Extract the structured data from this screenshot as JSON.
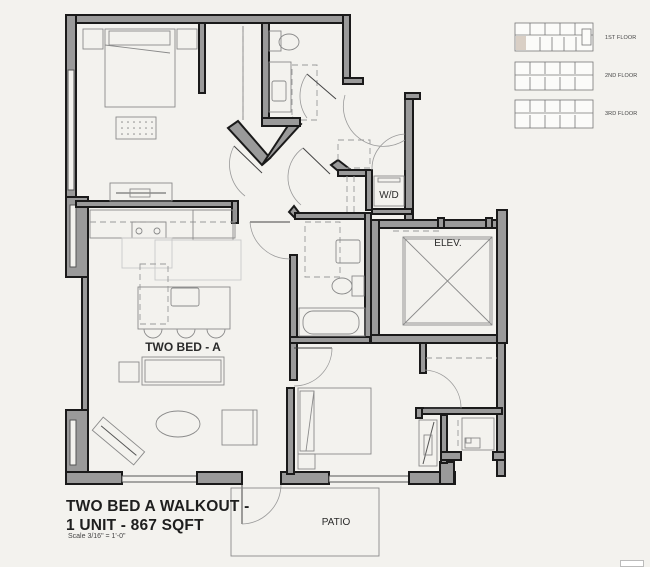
{
  "plan": {
    "title_line1": "TWO BED A WALKOUT -",
    "title_line2": "1 UNIT - 867 SQFT",
    "scale": "Scale 3/16\" = 1'-0\"",
    "unit_label": "TWO BED - A",
    "rooms": {
      "laundry": "W/D",
      "elevator": "ELEV.",
      "patio": "PATIO"
    }
  },
  "key_plan": {
    "floors": [
      {
        "label": "1ST FLOOR",
        "highlighted": true
      },
      {
        "label": "2ND FLOOR",
        "highlighted": false
      },
      {
        "label": "3RD FLOOR",
        "highlighted": false
      }
    ],
    "highlight_color": "#d9cfc5"
  },
  "colors": {
    "background": "#f3f2ee",
    "wall_fill": "#9a9a9a",
    "wall_outline": "#1a1a1a",
    "fixture_line": "#8a8a8a"
  }
}
